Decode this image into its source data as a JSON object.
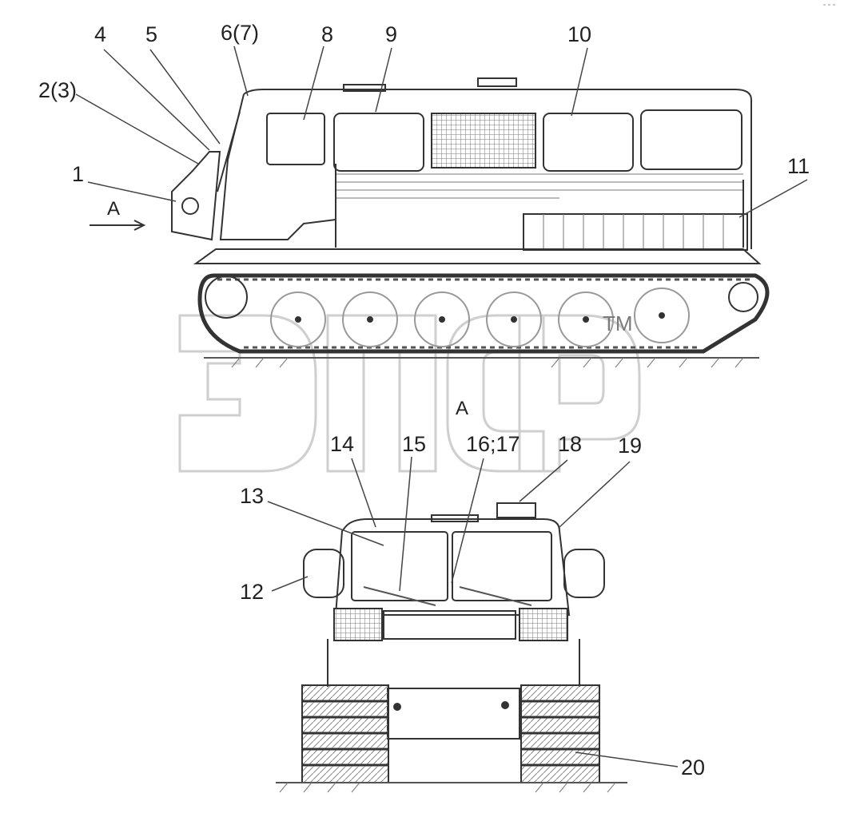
{
  "labels": {
    "l1": "1",
    "l2": "2(3)",
    "l4": "4",
    "l5": "5",
    "l6": "6(7)",
    "l8": "8",
    "l9": "9",
    "l10": "10",
    "l11": "11",
    "l12": "12",
    "l13": "13",
    "l14": "14",
    "l15": "15",
    "l16": "16;17",
    "l18": "18",
    "l19": "19",
    "l20": "20",
    "view_arrow": "A",
    "view_label": "A"
  },
  "watermark": {
    "trademark": "TM"
  }
}
